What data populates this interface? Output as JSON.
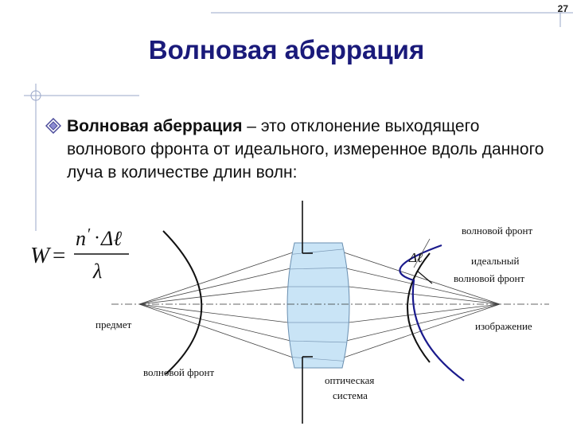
{
  "slide": {
    "page_number": "27",
    "title": "Волновая аберрация"
  },
  "bullet": {
    "term": "Волновая аберрация",
    "text": " – это отклонение выходящего волнового фронта от идеального, измеренное вдоль данного луча в количестве длин волн:"
  },
  "formula": {
    "lhs": "W",
    "equals": "=",
    "numerator_n": "n",
    "numerator_prime": "′",
    "numerator_dot": "·",
    "numerator_delta": "Δℓ",
    "denominator": "λ"
  },
  "diagram": {
    "labels": {
      "wavefront_top_right": "волновой фронт",
      "delta_l": "Δℓ",
      "ideal_wavefront": "идеальный волновой фронт",
      "object": "предмет",
      "image": "изображение",
      "wavefront_bottom_left": "волновой фронт",
      "optical_system": "оптическая система"
    },
    "colors": {
      "lens_fill": "#c9e4f6",
      "ideal_front": "#1a1a8c",
      "title": "#1a1a7a"
    }
  }
}
